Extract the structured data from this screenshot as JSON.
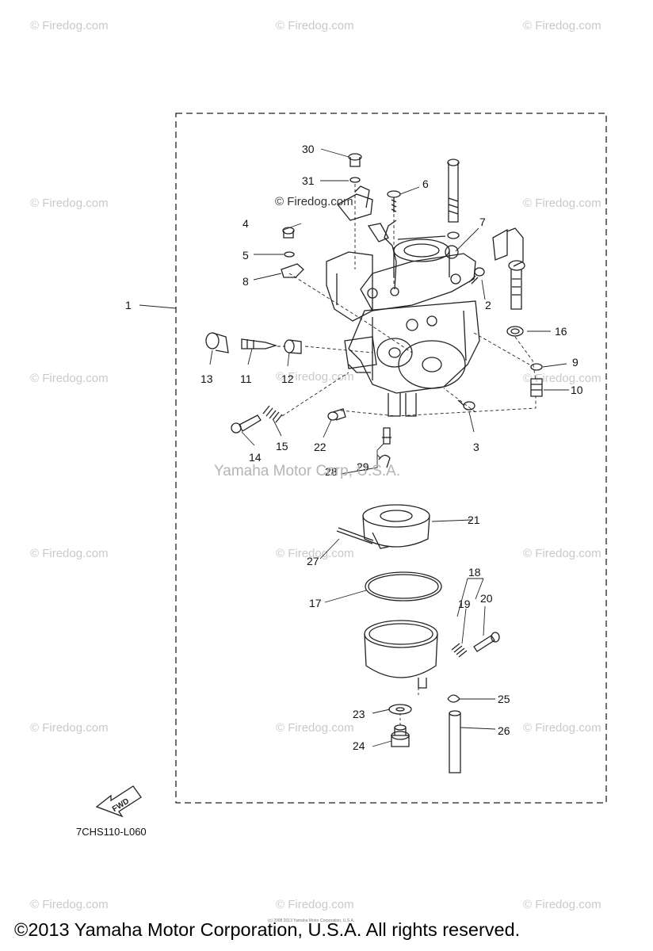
{
  "watermark": "© Firedog.com",
  "diagram_watermark": "© Firedog.com",
  "yamaha_watermark": "Yamaha Motor Corp, U.S.A.",
  "drawing_code": "7CHS110-L060",
  "fwd_label": "FWD",
  "copyright": "©2013 Yamaha Motor Corporation, U.S.A. All rights reserved.",
  "small_note": "(c) 2008 2013 Yamaha Motor Corporation, U.S.A.",
  "callouts": [
    "1",
    "2",
    "3",
    "4",
    "5",
    "6",
    "7",
    "8",
    "9",
    "10",
    "11",
    "12",
    "13",
    "14",
    "15",
    "16",
    "17",
    "18",
    "19",
    "20",
    "21",
    "22",
    "23",
    "24",
    "25",
    "26",
    "27",
    "28",
    "29",
    "30",
    "31"
  ],
  "colors": {
    "line": "#222222",
    "watermark": "#c9c9c9"
  }
}
